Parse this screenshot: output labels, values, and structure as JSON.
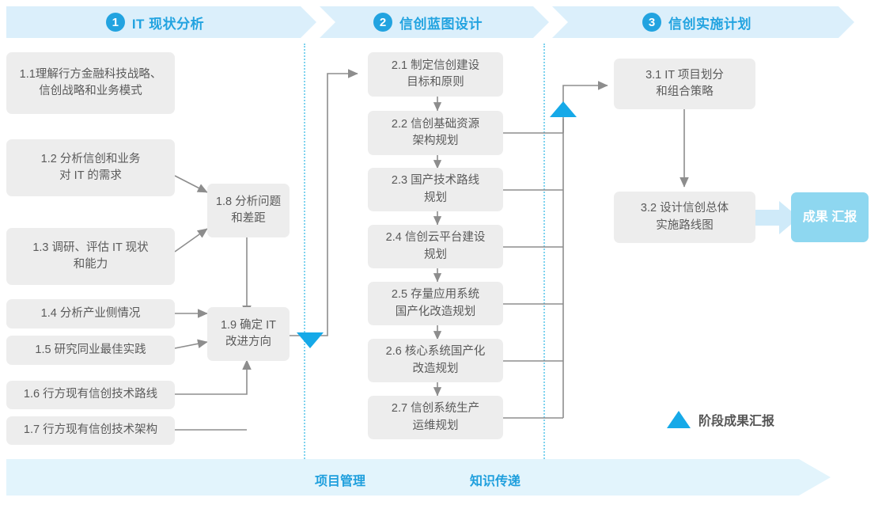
{
  "header": {
    "phases": [
      {
        "number": "1",
        "title": "IT 现状分析"
      },
      {
        "number": "2",
        "title": "信创蓝图设计"
      },
      {
        "number": "3",
        "title": "信创实施计划"
      }
    ]
  },
  "phase1": {
    "boxes": [
      {
        "id": "1.1",
        "line1": "1.1理解行方金融科技战略、",
        "line2": "信创战略和业务模式"
      },
      {
        "id": "1.2",
        "line1": "1.2 分析信创和业务",
        "line2": "对 IT 的需求"
      },
      {
        "id": "1.3",
        "line1": "1.3 调研、评估 IT 现状",
        "line2": "和能力"
      },
      {
        "id": "1.4",
        "line1": "1.4 分析产业侧情况",
        "line2": ""
      },
      {
        "id": "1.5",
        "line1": "1.5 研究同业最佳实践",
        "line2": ""
      },
      {
        "id": "1.6",
        "line1": "1.6 行方现有信创技术路线",
        "line2": ""
      },
      {
        "id": "1.7",
        "line1": "1.7 行方现有信创技术架构",
        "line2": ""
      },
      {
        "id": "1.8",
        "line1": "1.8 分析问题",
        "line2": "和差距"
      },
      {
        "id": "1.9",
        "line1": "1.9 确定 IT",
        "line2": "改进方向"
      }
    ]
  },
  "phase2": {
    "boxes": [
      {
        "id": "2.1",
        "line1": "2.1 制定信创建设",
        "line2": "目标和原则"
      },
      {
        "id": "2.2",
        "line1": "2.2 信创基础资源",
        "line2": "架构规划"
      },
      {
        "id": "2.3",
        "line1": "2.3 国产技术路线",
        "line2": "规划"
      },
      {
        "id": "2.4",
        "line1": "2.4 信创云平台建设",
        "line2": "规划"
      },
      {
        "id": "2.5",
        "line1": "2.5 存量应用系统",
        "line2": "国产化改造规划"
      },
      {
        "id": "2.6",
        "line1": "2.6 核心系统国产化",
        "line2": "改造规划"
      },
      {
        "id": "2.7",
        "line1": "2.7 信创系统生产",
        "line2": "运维规划"
      }
    ]
  },
  "phase3": {
    "boxes": [
      {
        "id": "3.1",
        "line1": "3.1 IT 项目划分",
        "line2": "和组合策略"
      },
      {
        "id": "3.2",
        "line1": "3.2 设计信创总体",
        "line2": "实施路线图"
      }
    ],
    "result": {
      "line1": "成果",
      "line2": "汇报"
    }
  },
  "legend": {
    "icon": "triangle-milestone-icon",
    "label": "阶段成果汇报"
  },
  "bottom": {
    "labels": [
      "项目管理",
      "知识传递"
    ]
  },
  "colors": {
    "accent_blue": "#22a3e0",
    "milestone_blue": "#16a9e8",
    "header_band": "#dbeffb",
    "box_fill": "#ededed",
    "box_text": "#5a5a5a",
    "result_fill": "#8ed7f0",
    "bottom_band": "#e2f4fc",
    "dotted_divider": "#7fd3ef",
    "connector_gray": "#8d8d8d"
  }
}
